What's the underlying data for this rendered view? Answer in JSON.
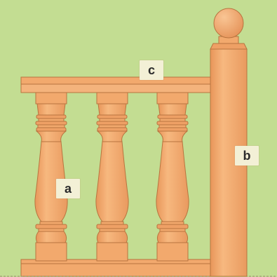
{
  "labels": {
    "baluster": "a",
    "newel_post": "b",
    "handrail": "c"
  },
  "colors": {
    "background": "#c3dd92",
    "wood": "#f2a96d",
    "wood_shadow": "#e08f55",
    "wood_highlight": "#f8c08e",
    "outline": "#b8743f",
    "label_bg": "#f3f0d6"
  }
}
